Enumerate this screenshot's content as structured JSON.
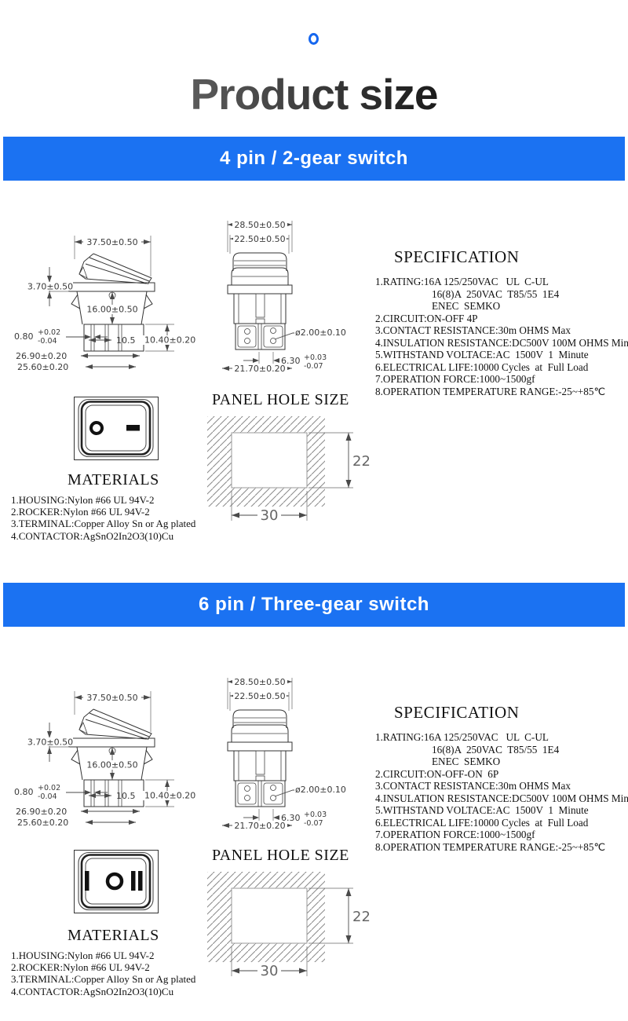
{
  "header": {
    "brand_icon": "blue-ring",
    "title": "Product size"
  },
  "sections": [
    {
      "banner": "4 pin / 2-gear switch",
      "side_view": {
        "top_width": "37.50±0.50",
        "flange_thickness": "3.70±0.50",
        "body_height": "16.00±0.50",
        "pin_thickness": "0.80",
        "pin_tol_plus": "+0.02",
        "pin_tol_minus": "-0.04",
        "pin_pitch": "10.5",
        "terminal_height": "10.40±0.20",
        "flange_width": "26.90±0.20",
        "body_width": "25.60±0.20"
      },
      "front_view": {
        "overall_width": "28.50±0.50",
        "rocker_width": "22.50±0.50",
        "hole_diameter": "ø2.00±0.10",
        "hole_offset": "6.30",
        "hole_tol_plus": "+0.03",
        "hole_tol_minus": "-0.07",
        "bottom_width": "21.70±0.20"
      },
      "specification": {
        "title": "SPECIFICATION",
        "lines": [
          "1.RATING:16A 125/250VAC   UL  C-UL",
          "16(8)A  250VAC  T85/55  1E4",
          "ENEC  SEMKO",
          "2.CIRCUIT:ON-OFF 4P",
          "3.CONTACT RESISTANCE:30m OHMS Max",
          "4.INSULATION RESISTANCE:DC500V 100M OHMS Min",
          "5.WITHSTAND VOLTACE:AC  1500V  1  Minute",
          "6.ELECTRICAL LIFE:10000 Cycles  at  Full Load",
          "7.OPERATION FORCE:1000~1500gf",
          "8.OPERATION TEMPERATURE RANGE:-25~+85℃"
        ]
      },
      "materials": {
        "title": "MATERIALS",
        "lines": [
          "1.HOUSING:Nylon #66 UL 94V-2",
          "2.ROCKER:Nylon #66 UL 94V-2",
          "3.TERMINAL:Copper Alloy Sn or Ag plated",
          "4.CONTACTOR:AgSnO2In2O3(10)Cu"
        ]
      },
      "panel_hole": {
        "title": "PANEL HOLE SIZE",
        "hole_width": "30",
        "hole_height": "22"
      },
      "rocker_markings": [
        "O",
        "—"
      ]
    },
    {
      "banner": "6 pin / Three-gear switch",
      "side_view": {
        "top_width": "37.50±0.50",
        "flange_thickness": "3.70±0.50",
        "body_height": "16.00±0.50",
        "pin_thickness": "0.80",
        "pin_tol_plus": "+0.02",
        "pin_tol_minus": "-0.04",
        "pin_pitch": "10.5",
        "terminal_height": "10.40±0.20",
        "flange_width": "26.90±0.20",
        "body_width": "25.60±0.20"
      },
      "front_view": {
        "overall_width": "28.50±0.50",
        "rocker_width": "22.50±0.50",
        "hole_diameter": "ø2.00±0.10",
        "hole_offset": "6.30",
        "hole_tol_plus": "+0.03",
        "hole_tol_minus": "-0.07",
        "bottom_width": "21.70±0.20"
      },
      "specification": {
        "title": "SPECIFICATION",
        "lines": [
          "1.RATING:16A 125/250VAC   UL  C-UL",
          "16(8)A  250VAC  T85/55  1E4",
          "ENEC  SEMKO",
          "2.CIRCUIT:ON-OFF-ON  6P",
          "3.CONTACT RESISTANCE:30m OHMS Max",
          "4.INSULATION RESISTANCE:DC500V 100M OHMS Min",
          "5.WITHSTAND VOLTACE:AC  1500V  1  Minute",
          "6.ELECTRICAL LIFE:10000 Cycles  at  Full Load",
          "7.OPERATION FORCE:1000~1500gf",
          "8.OPERATION TEMPERATURE RANGE:-25~+85℃"
        ]
      },
      "materials": {
        "title": "MATERIALS",
        "lines": [
          "1.HOUSING:Nylon #66 UL 94V-2",
          "2.ROCKER:Nylon #66 UL 94V-2",
          "3.TERMINAL:Copper Alloy Sn or Ag plated",
          "4.CONTACTOR:AgSnO2In2O3(10)Cu"
        ]
      },
      "panel_hole": {
        "title": "PANEL HOLE SIZE",
        "hole_width": "30",
        "hole_height": "22"
      },
      "rocker_markings": [
        "I",
        "O",
        "II"
      ]
    }
  ]
}
